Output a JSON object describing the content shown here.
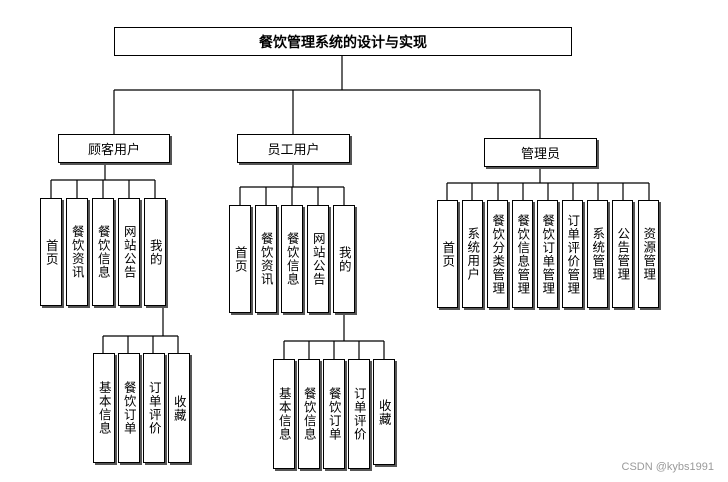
{
  "title": "餐饮管理系统的设计与实现",
  "roles": {
    "customer": {
      "label": "顾客用户",
      "items": [
        "首页",
        "餐饮资讯",
        "餐饮信息",
        "网站公告",
        "我的"
      ],
      "sub_items": [
        "基本信息",
        "餐饮订单",
        "订单评价",
        "收藏"
      ]
    },
    "staff": {
      "label": "员工用户",
      "items": [
        "首页",
        "餐饮资讯",
        "餐饮信息",
        "网站公告",
        "我的"
      ],
      "sub_items": [
        "基本信息",
        "餐饮信息",
        "餐饮订单",
        "订单评价",
        "收藏"
      ]
    },
    "admin": {
      "label": "管理员",
      "items": [
        "首页",
        "系统用户",
        "餐饮分类管理",
        "餐饮信息管理",
        "餐饮订单管理",
        "订单评价管理",
        "系统管理",
        "公告管理",
        "资源管理"
      ]
    }
  },
  "watermark": "CSDN @kybs1991"
}
